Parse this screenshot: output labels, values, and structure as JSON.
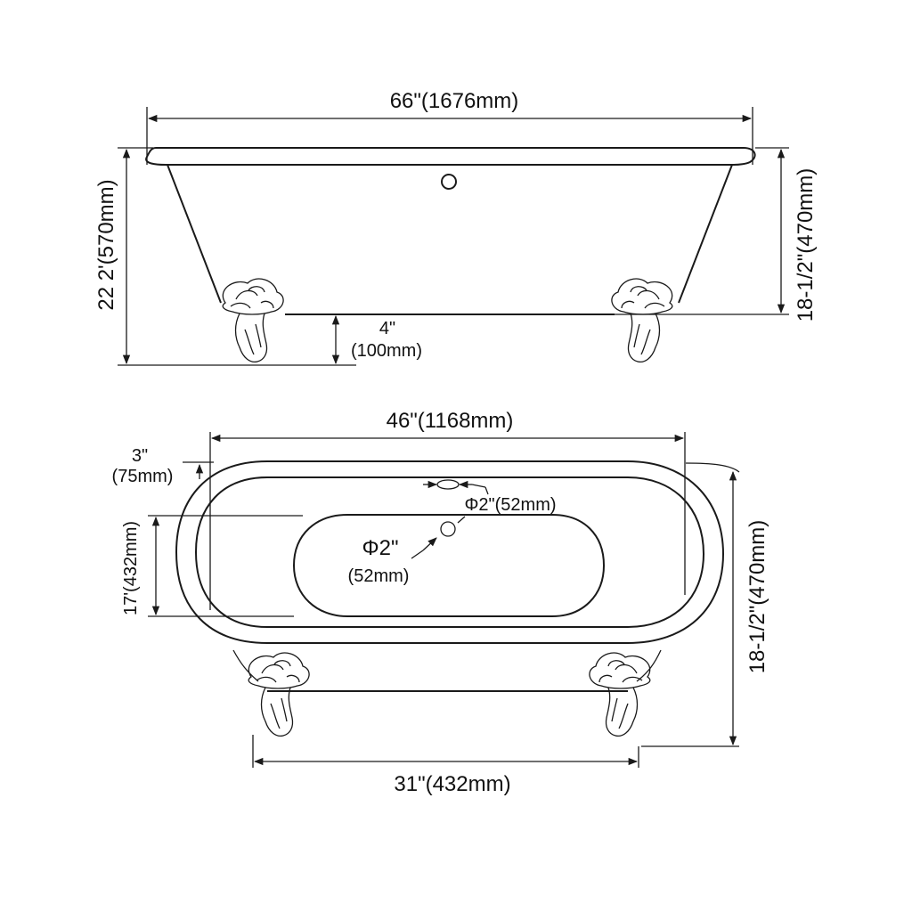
{
  "diagram": {
    "title": "Clawfoot double-ended bathtub dimension drawing",
    "side_view": {
      "overall_length": "66\"(1676mm)",
      "overall_height": "22 2'(570mm)",
      "rim_height": "18-1/2\"(470mm)",
      "foot_height_in": "4\"",
      "foot_height_mm": "(100mm)"
    },
    "top_view": {
      "interior_length": "46\"(1168mm)",
      "rim_width_in": "3\"",
      "rim_width_mm": "(75mm)",
      "overflow_diameter": "Φ2\"(52mm)",
      "drain_diameter_in": "Φ2\"",
      "drain_diameter_mm": "(52mm)",
      "interior_width": "17'(432mm)",
      "overall_width": "18-1/2\"(470mm)",
      "foot_spacing": "31\"(432mm)"
    },
    "colors": {
      "line": "#1a1a1a",
      "background": "#ffffff"
    }
  }
}
